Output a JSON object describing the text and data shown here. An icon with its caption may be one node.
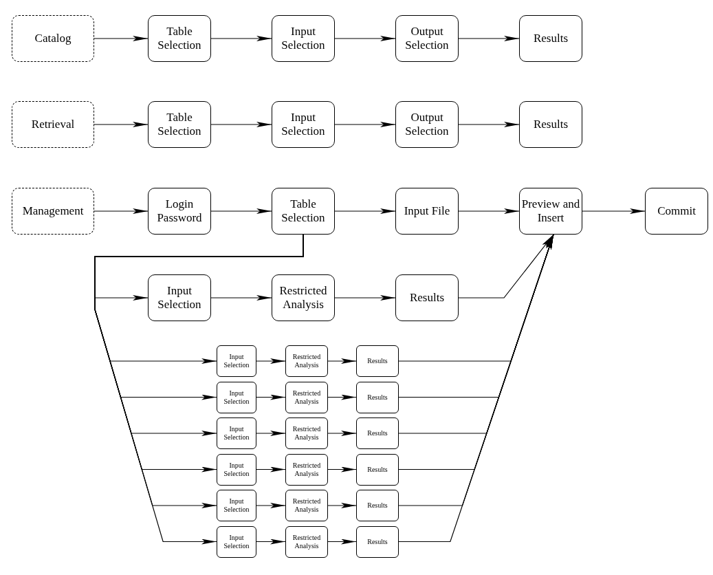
{
  "diagram": {
    "nodes": [
      {
        "text": [
          "Catalog"
        ]
      },
      {
        "text": [
          "Table Selection"
        ]
      },
      {
        "text": [
          "Input Selection"
        ]
      },
      {
        "text": [
          "Output Selection"
        ]
      },
      {
        "text": [
          "Results"
        ]
      },
      {
        "text": [
          "Retrieval"
        ]
      },
      {
        "text": [
          "Table Selection"
        ]
      },
      {
        "text": [
          "Input Selection"
        ]
      },
      {
        "text": [
          "Output Selection"
        ]
      },
      {
        "text": [
          "Results"
        ]
      },
      {
        "text": [
          "Management"
        ]
      },
      {
        "text": [
          "Login Password"
        ]
      },
      {
        "text": [
          "Table Selection"
        ]
      },
      {
        "text": [
          "Input File"
        ]
      },
      {
        "text": [
          "Preview and Insert"
        ]
      },
      {
        "text": [
          "Commit"
        ]
      },
      {
        "text": [
          "Input Selection"
        ]
      },
      {
        "text": [
          "Restricted Analysis"
        ]
      },
      {
        "text": [
          "Results"
        ]
      },
      {
        "text": [
          "Input Selection"
        ]
      },
      {
        "text": [
          "Restricted Analysis"
        ]
      },
      {
        "text": [
          "Results"
        ]
      },
      {
        "text": [
          "Input Selection"
        ]
      },
      {
        "text": [
          "Restricted Analysis"
        ]
      },
      {
        "text": [
          "Results"
        ]
      },
      {
        "text": [
          "Input Selection"
        ]
      },
      {
        "text": [
          "Restricted Analysis"
        ]
      },
      {
        "text": [
          "Results"
        ]
      },
      {
        "text": [
          "Input Selection"
        ]
      },
      {
        "text": [
          "Restricted Analysis"
        ]
      },
      {
        "text": [
          "Results"
        ]
      },
      {
        "text": [
          "Input Selection"
        ]
      },
      {
        "text": [
          "Restricted Analysis"
        ]
      },
      {
        "text": [
          "Results"
        ]
      },
      {
        "text": [
          "Input Selection"
        ]
      },
      {
        "text": [
          "Restricted Analysis"
        ]
      },
      {
        "text": [
          "Results"
        ]
      }
    ],
    "edges": [
      {
        "from": 0,
        "to": 1,
        "arrow": "to"
      },
      {
        "from": 1,
        "to": 2,
        "arrow": "to"
      },
      {
        "from": 2,
        "to": 3,
        "arrow": "to"
      },
      {
        "from": 3,
        "to": 4,
        "arrow": "to"
      },
      {
        "from": 5,
        "to": 6,
        "arrow": "to"
      },
      {
        "from": 6,
        "to": 7,
        "arrow": "to"
      },
      {
        "from": 7,
        "to": 8,
        "arrow": "to"
      },
      {
        "from": 8,
        "to": 9,
        "arrow": "to"
      },
      {
        "from": 10,
        "to": 11,
        "arrow": "to"
      },
      {
        "from": 11,
        "to": 12,
        "arrow": "to"
      },
      {
        "from": 12,
        "to": 13,
        "arrow": "to"
      },
      {
        "from": 13,
        "to": 14,
        "arrow": "to"
      },
      {
        "from": 14,
        "to": 15,
        "arrow": "to"
      },
      {
        "from": 12,
        "to": 16,
        "arrow": "to"
      },
      {
        "from": 16,
        "to": 17,
        "arrow": "to"
      },
      {
        "from": 17,
        "to": 18,
        "arrow": "to"
      },
      {
        "from": 18,
        "to": 14,
        "arrow": "to"
      },
      {
        "from": 12,
        "to": 19,
        "arrow": "to"
      },
      {
        "from": 19,
        "to": 20,
        "arrow": "to"
      },
      {
        "from": 20,
        "to": 21,
        "arrow": "to"
      },
      {
        "from": 21,
        "to": 14,
        "arrow": "to"
      },
      {
        "from": 12,
        "to": 22,
        "arrow": "to"
      },
      {
        "from": 22,
        "to": 23,
        "arrow": "to"
      },
      {
        "from": 23,
        "to": 24,
        "arrow": "to"
      },
      {
        "from": 24,
        "to": 14,
        "arrow": "to"
      },
      {
        "from": 12,
        "to": 25,
        "arrow": "to"
      },
      {
        "from": 25,
        "to": 26,
        "arrow": "to"
      },
      {
        "from": 26,
        "to": 27,
        "arrow": "to"
      },
      {
        "from": 27,
        "to": 14,
        "arrow": "to"
      },
      {
        "from": 12,
        "to": 28,
        "arrow": "to"
      },
      {
        "from": 28,
        "to": 29,
        "arrow": "to"
      },
      {
        "from": 29,
        "to": 30,
        "arrow": "to"
      },
      {
        "from": 30,
        "to": 14,
        "arrow": "to"
      },
      {
        "from": 12,
        "to": 31,
        "arrow": "to"
      },
      {
        "from": 31,
        "to": 32,
        "arrow": "to"
      },
      {
        "from": 32,
        "to": 33,
        "arrow": "to"
      },
      {
        "from": 33,
        "to": 14,
        "arrow": "to"
      },
      {
        "from": 12,
        "to": 34,
        "arrow": "to"
      },
      {
        "from": 34,
        "to": 35,
        "arrow": "to"
      },
      {
        "from": 35,
        "to": 36,
        "arrow": "to"
      },
      {
        "from": 36,
        "to": 14,
        "arrow": "to"
      }
    ]
  }
}
